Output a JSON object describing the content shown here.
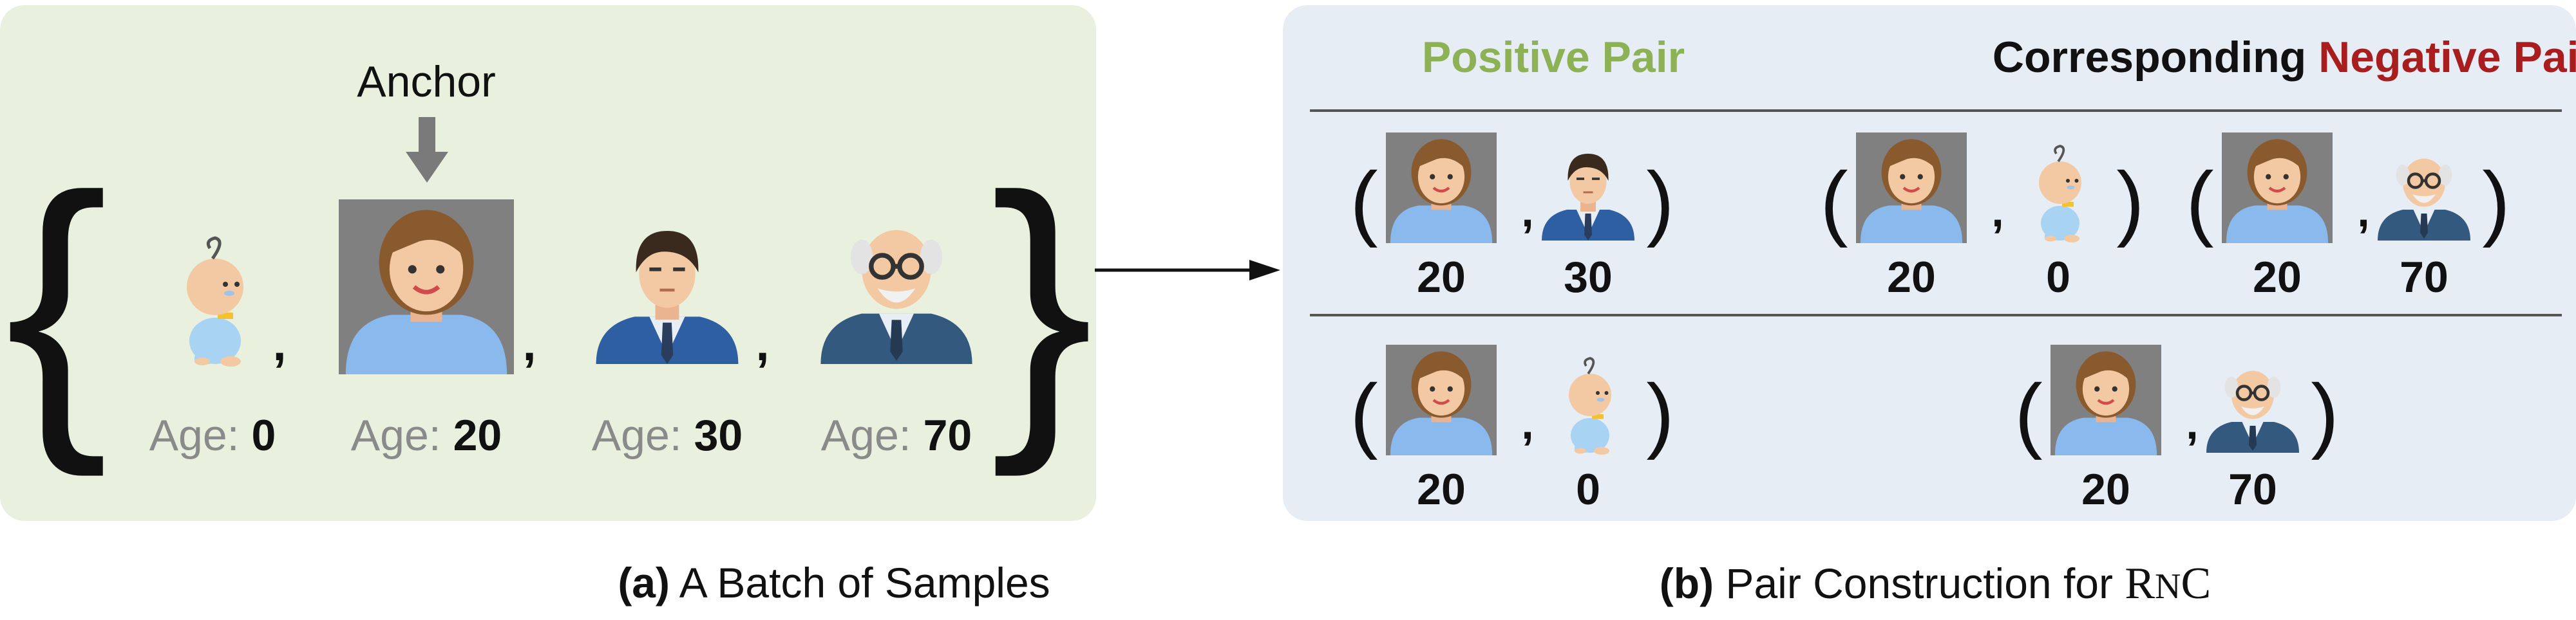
{
  "panel_a": {
    "anchor_label": "Anchor",
    "age_prefix": "Age: ",
    "comma": ",",
    "brace_open": "{",
    "brace_close": "}",
    "samples": [
      {
        "person": "baby",
        "age": "0"
      },
      {
        "person": "woman",
        "age": "20"
      },
      {
        "person": "man",
        "age": "30"
      },
      {
        "person": "elder",
        "age": "70"
      }
    ],
    "caption_tag": "(a)",
    "caption_text": "A Batch of Samples"
  },
  "panel_b": {
    "positive_header": "Positive Pair",
    "negative_header_prefix": "Corresponding",
    "negative_header_highlight": "Negative Pair(s)",
    "paren_open": "(",
    "paren_close": ")",
    "comma": ",",
    "rows": [
      {
        "positive": {
          "a": {
            "person": "woman",
            "age": "20"
          },
          "b": {
            "person": "man",
            "age": "30"
          }
        },
        "negatives": [
          {
            "a": {
              "person": "woman",
              "age": "20"
            },
            "b": {
              "person": "baby",
              "age": "0"
            }
          },
          {
            "a": {
              "person": "woman",
              "age": "20"
            },
            "b": {
              "person": "elder",
              "age": "70"
            }
          }
        ]
      },
      {
        "positive": {
          "a": {
            "person": "woman",
            "age": "20"
          },
          "b": {
            "person": "baby",
            "age": "0"
          }
        },
        "negatives": [
          {
            "a": {
              "person": "woman",
              "age": "20"
            },
            "b": {
              "person": "elder",
              "age": "70"
            }
          }
        ]
      }
    ],
    "caption_tag": "(b)",
    "caption_text": "Pair Construction for",
    "caption_method_first": "R",
    "caption_method_rest": "N",
    "caption_method_last": "C"
  },
  "colors": {
    "panel_a_bg": "#e9f1de",
    "panel_b_bg": "#e7edf5",
    "positive": "#8db255",
    "negative": "#a81d1d",
    "age_prefix": "#8a8a8a",
    "anchor_box": "#808080",
    "arrow": "#7a7a7a"
  }
}
